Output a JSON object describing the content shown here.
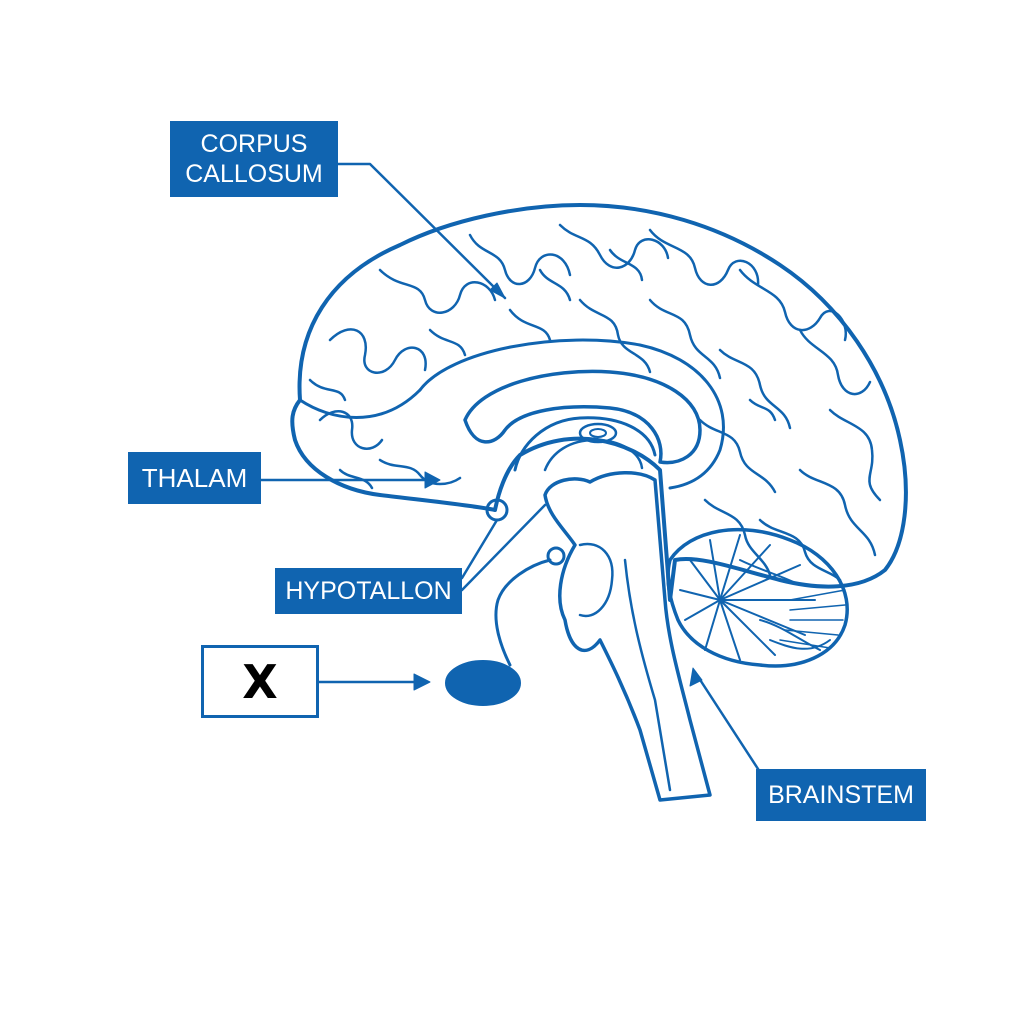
{
  "colors": {
    "accent": "#1064b0",
    "background": "#ffffff",
    "label_text": "#ffffff",
    "unknown_label_text": "#000000"
  },
  "labels": {
    "corpus_callosum_line1": "CORPUS",
    "corpus_callosum_line2": "CALLOSUM",
    "thalamus": "THALAM",
    "hypothalamus": "HYPOTALLON",
    "unknown": "X",
    "brainstem": "BRAINSTEM"
  }
}
